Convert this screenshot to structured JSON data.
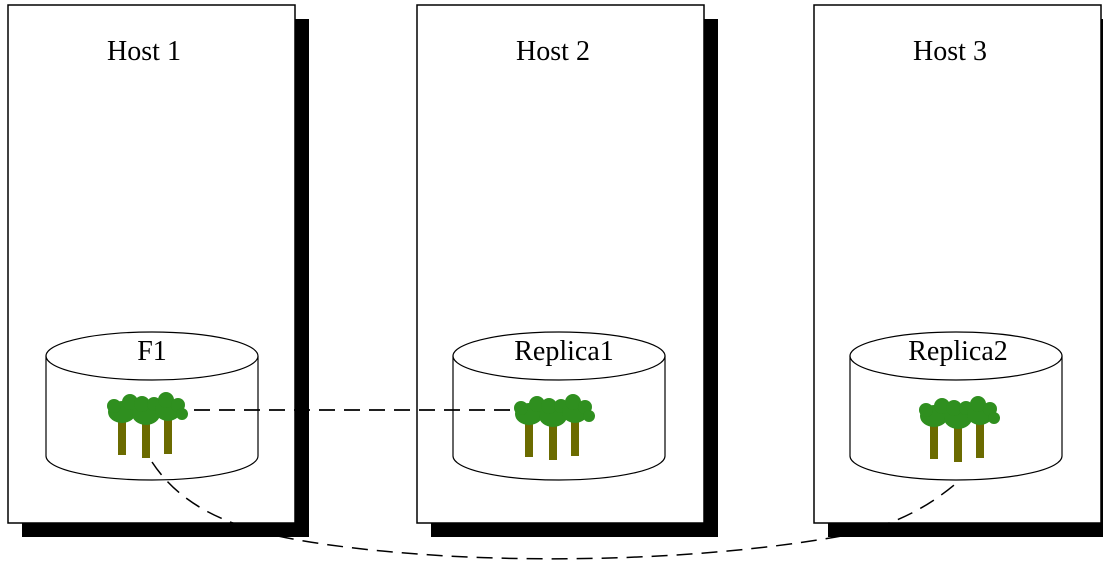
{
  "diagram": {
    "hosts": [
      {
        "id": "host-1",
        "label": "Host 1",
        "disk_label": "F1"
      },
      {
        "id": "host-2",
        "label": "Host 2",
        "disk_label": "Replica1"
      },
      {
        "id": "host-3",
        "label": "Host 3",
        "disk_label": "Replica2"
      }
    ],
    "connections": [
      {
        "from": "F1",
        "to": "Replica1",
        "style": "dashed"
      },
      {
        "from": "F1",
        "to": "Replica2",
        "style": "dashed"
      }
    ],
    "colors": {
      "box_border": "#000000",
      "shadow": "#000000",
      "tree_foliage": "#2f8f1f",
      "tree_trunk": "#6b6b00",
      "dash_line": "#000000"
    }
  }
}
